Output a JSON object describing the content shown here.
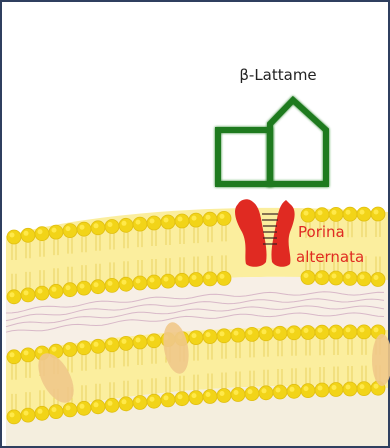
{
  "diagram": {
    "beta_lactam_label": "β-Lattame",
    "porin_label_line1": "Porina",
    "porin_label_line2": "alternata"
  },
  "colors": {
    "frame": "#2f3f5f",
    "beta_lactam_outline": "#1e7a1e",
    "porin": "#e02a22",
    "porin_label": "#e02a22",
    "lipid_head": "#f2d418",
    "lipid_head_shade": "#ffe94a",
    "lipid_tail_region": "#fbee9e",
    "periplasm": "#f7efe6",
    "lipid_tail_lines": "#d8b8c8",
    "protein_ellipse": "#f0c889"
  }
}
